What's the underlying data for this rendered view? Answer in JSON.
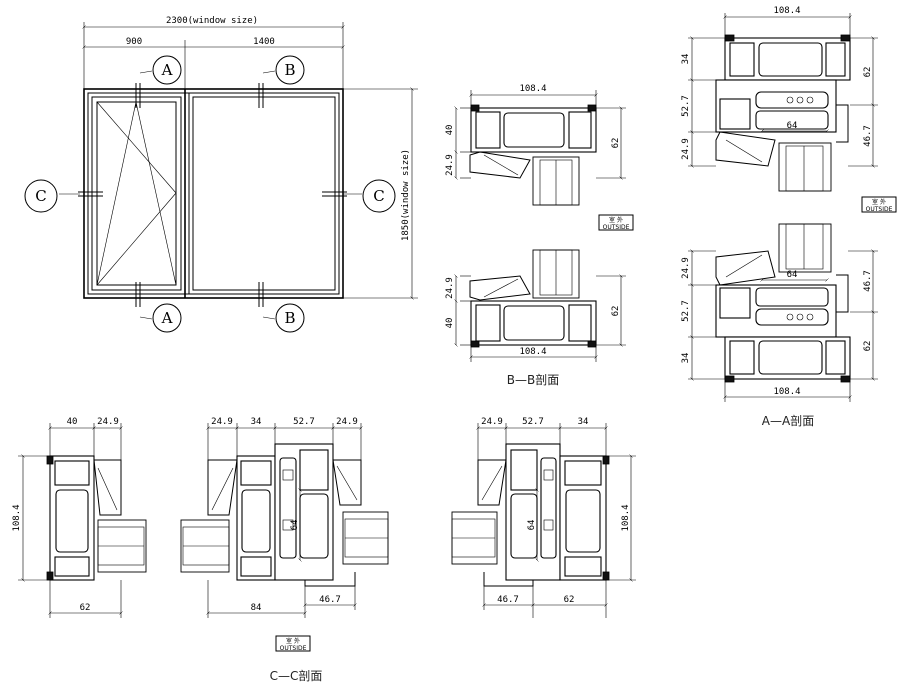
{
  "elevation": {
    "overall_width": "2300(window size)",
    "height": "1850(window size)",
    "left_width": "900",
    "right_width": "1400",
    "bubbles": {
      "a_top": "A",
      "a_bottom": "A",
      "b_top": "B",
      "b_bottom": "B",
      "c_left": "C",
      "c_right": "C"
    }
  },
  "tag": {
    "top": "室 外",
    "bottom": "OUTSIDE"
  },
  "bb": {
    "caption": "B—B剖面",
    "top": {
      "width": "108.4",
      "h40": "40",
      "h249": "24.9",
      "h62": "62"
    },
    "bottom": {
      "width": "108.4",
      "h40": "40",
      "h249": "24.9",
      "h62": "62"
    }
  },
  "aa": {
    "caption": "A—A剖面",
    "top": {
      "width": "108.4",
      "h34": "34",
      "h527": "52.7",
      "h249": "24.9",
      "h62": "62",
      "h467": "46.7",
      "w64": "64"
    },
    "bottom": {
      "width": "108.4",
      "h34": "34",
      "h527": "52.7",
      "h249": "24.9",
      "h62": "62",
      "h467": "46.7",
      "w64": "64"
    }
  },
  "cc": {
    "caption": "C—C剖面",
    "left": {
      "w40": "40",
      "w249": "24.9",
      "h1084": "108.4",
      "w62": "62"
    },
    "mid": {
      "w249a": "24.9",
      "w34": "34",
      "w527": "52.7",
      "w249b": "24.9",
      "w84": "84",
      "w467": "46.7",
      "h64": "64"
    },
    "right": {
      "w249": "24.9",
      "w527": "52.7",
      "w34": "34",
      "h1084": "108.4",
      "w467": "46.7",
      "w62": "62",
      "h64": "64"
    }
  }
}
